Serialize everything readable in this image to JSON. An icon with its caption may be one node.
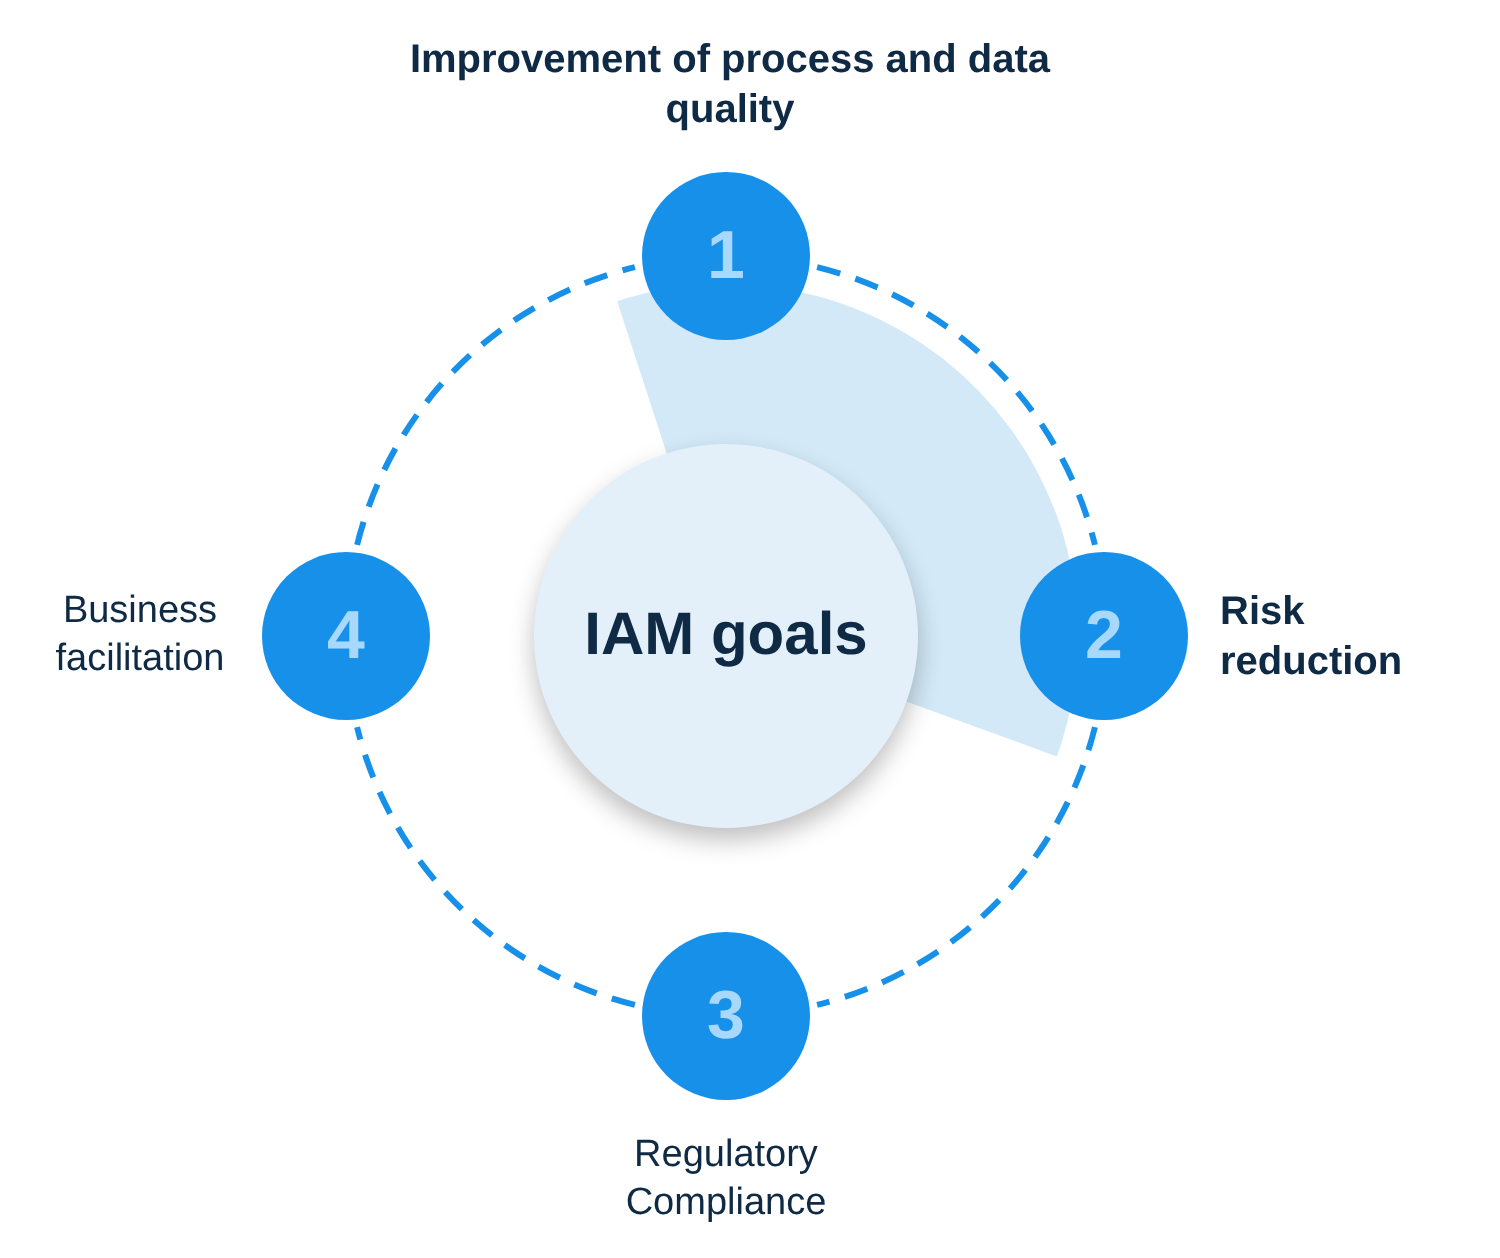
{
  "diagram": {
    "nodes": [
      {
        "text": [
          "1"
        ],
        "beside": [
          "Improvement of process and data quality"
        ]
      },
      {
        "text": [
          "2"
        ],
        "beside": [
          "Risk reduction"
        ]
      },
      {
        "text": [
          "3"
        ],
        "beside": [
          "Regulatory Compliance"
        ]
      },
      {
        "text": [
          "4"
        ],
        "beside": [
          "Business facilitation"
        ]
      },
      {
        "text": [
          "IAM goals"
        ]
      }
    ],
    "edges": [
      {
        "from": 0,
        "to": 1,
        "arrow": "none",
        "style": "dashed"
      },
      {
        "from": 1,
        "to": 2,
        "arrow": "none",
        "style": "dashed"
      },
      {
        "from": 2,
        "to": 3,
        "arrow": "none",
        "style": "dashed"
      },
      {
        "from": 3,
        "to": 0,
        "arrow": "none",
        "style": "dashed"
      }
    ]
  }
}
